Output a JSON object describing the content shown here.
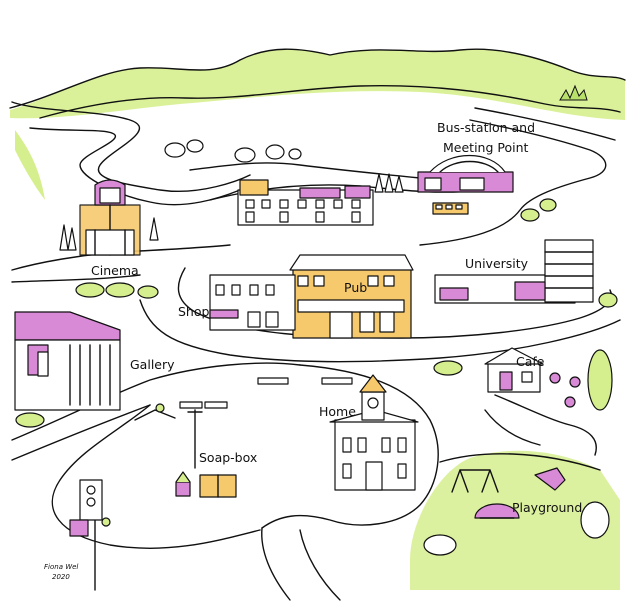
{
  "map": {
    "labels": {
      "bus_station_line1": "Bus-station and",
      "bus_station_line2": "Meeting Point",
      "cinema": "Cinema",
      "university": "University",
      "pub": "Pub",
      "shop": "Shop",
      "gallery": "Gallery",
      "cafe": "Cafe",
      "home": "Home",
      "soapbox": "Soap-box",
      "playground": "Playground"
    },
    "signature": {
      "name": "Fiona Wel",
      "year": "2020"
    }
  },
  "colors": {
    "green_wash": "#d6ef8e",
    "green_dark": "#b9e06a",
    "magenta": "#d98ad6",
    "orange": "#f7c96d",
    "ink": "#111111"
  }
}
